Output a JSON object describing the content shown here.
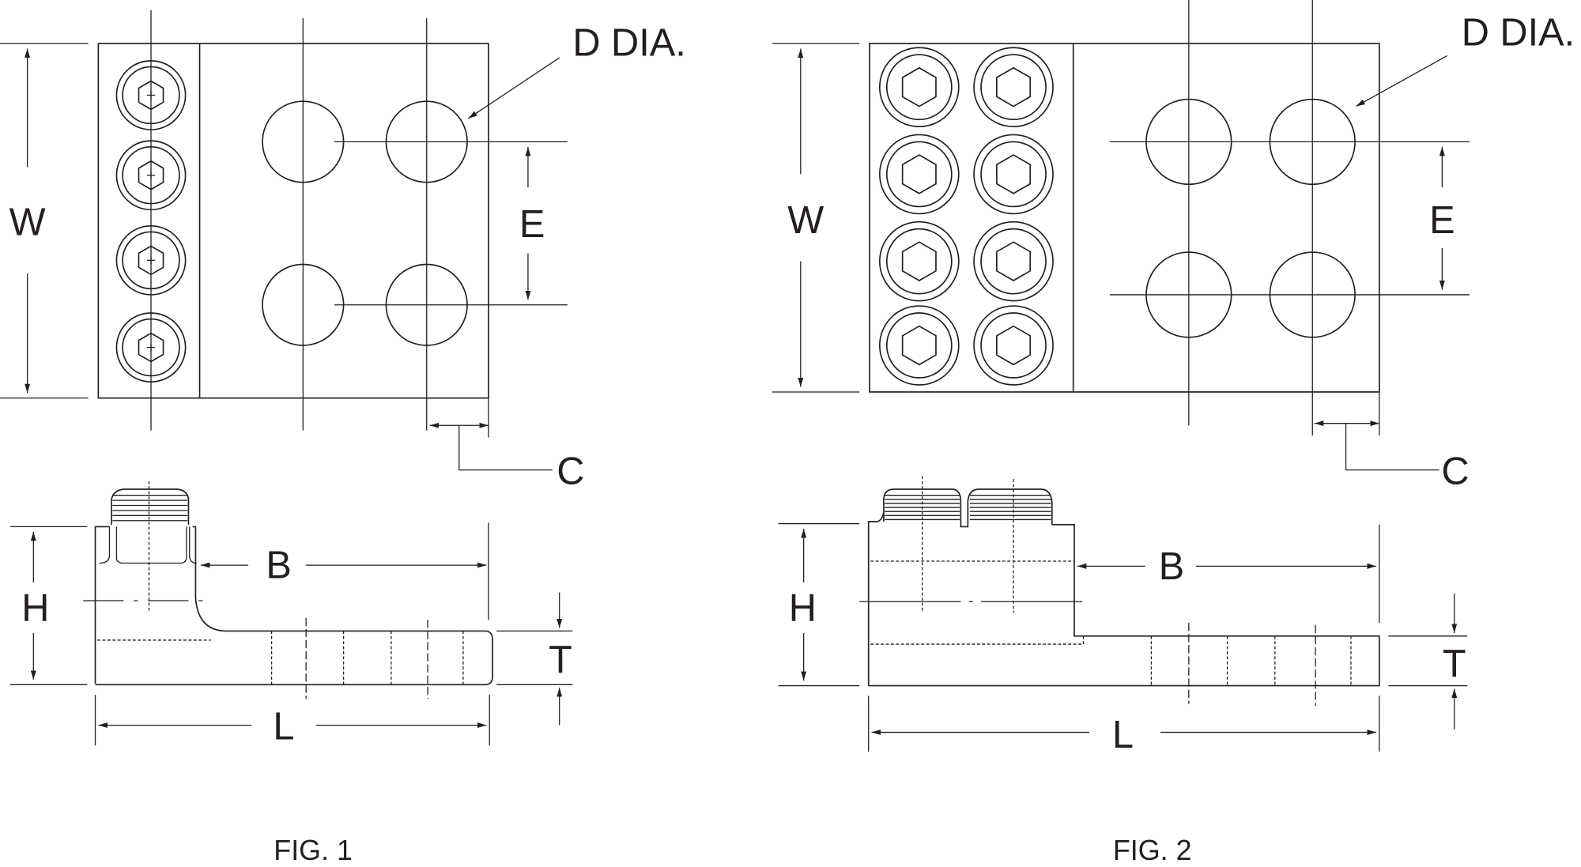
{
  "figures": [
    {
      "caption": "FIG. 1",
      "labels": {
        "W": "W",
        "E": "E",
        "D": "D DIA.",
        "C": "C",
        "H": "H",
        "B": "B",
        "T": "T",
        "L": "L"
      },
      "set_screw_columns": 1,
      "set_screws_per_column": 4,
      "tongue_holes": 4
    },
    {
      "caption": "FIG. 2",
      "labels": {
        "W": "W",
        "E": "E",
        "D": "D DIA.",
        "C": "C",
        "H": "H",
        "B": "B",
        "T": "T",
        "L": "L"
      },
      "set_screw_columns": 2,
      "set_screws_per_column": 4,
      "tongue_holes": 4
    }
  ]
}
